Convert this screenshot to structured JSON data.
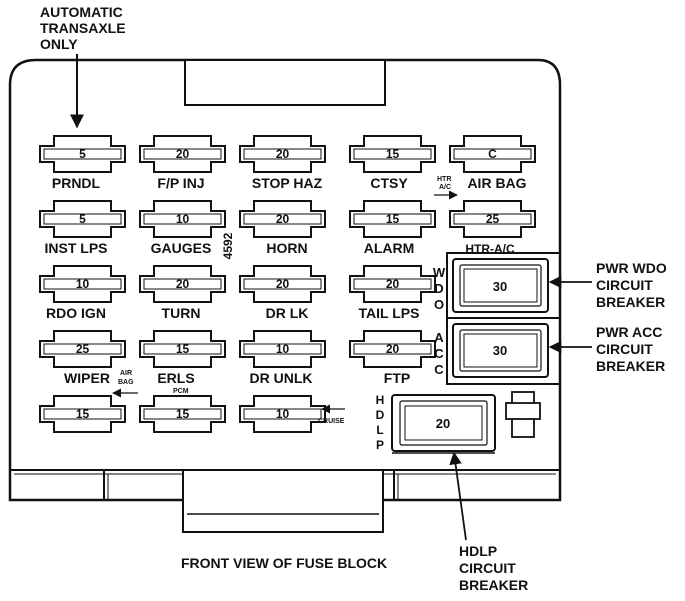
{
  "callouts": {
    "transaxle": [
      "AUTOMATIC",
      "TRANSAXLE",
      "ONLY"
    ],
    "pwr_wdo": [
      "PWR WDO",
      "CIRCUIT",
      "BREAKER"
    ],
    "pwr_acc": [
      "PWR ACC",
      "CIRCUIT",
      "BREAKER"
    ],
    "hdlp": [
      "HDLP",
      "CIRCUIT",
      "BREAKER"
    ],
    "caption": "FRONT VIEW OF FUSE BLOCK"
  },
  "part_number": "4592",
  "fuses": [
    {
      "value": "5",
      "label": "PRNDL"
    },
    {
      "value": "20",
      "label": "F/P INJ"
    },
    {
      "value": "20",
      "label": "STOP HAZ"
    },
    {
      "value": "15",
      "label": "CTSY"
    },
    {
      "value": "C",
      "label": "AIR BAG"
    },
    {
      "value": "5",
      "label": "INST LPS"
    },
    {
      "value": "10",
      "label": "GAUGES"
    },
    {
      "value": "20",
      "label": "HORN"
    },
    {
      "value": "15",
      "label": "ALARM"
    },
    {
      "value": "25",
      "label": "HTR-A/C"
    },
    {
      "value": "10",
      "label": "RDO IGN"
    },
    {
      "value": "20",
      "label": "TURN"
    },
    {
      "value": "20",
      "label": "DR LK"
    },
    {
      "value": "20",
      "label": "TAIL LPS"
    },
    {
      "value": "25",
      "label": "WIPER"
    },
    {
      "value": "15",
      "label": "ERLS"
    },
    {
      "value": "10",
      "label": "DR UNLK"
    },
    {
      "value": "20",
      "label": "FTP"
    },
    {
      "value": "15",
      "label": ""
    },
    {
      "value": "15",
      "label": ""
    },
    {
      "value": "10",
      "label": ""
    }
  ],
  "small_labels": {
    "htr_ac_small": [
      "HTR",
      "A/C"
    ],
    "air_bag_small": [
      "AIR",
      "BAG"
    ],
    "pcm": "PCM",
    "cruise": "CRUISE"
  },
  "breakers": {
    "wdo": {
      "value": "30",
      "vertical": [
        "W",
        "D",
        "O"
      ]
    },
    "acc": {
      "value": "30",
      "vertical": [
        "A",
        "C",
        "C"
      ]
    },
    "hdlp": {
      "value": "20",
      "vertical": [
        "H",
        "D",
        "L",
        "P"
      ]
    }
  }
}
